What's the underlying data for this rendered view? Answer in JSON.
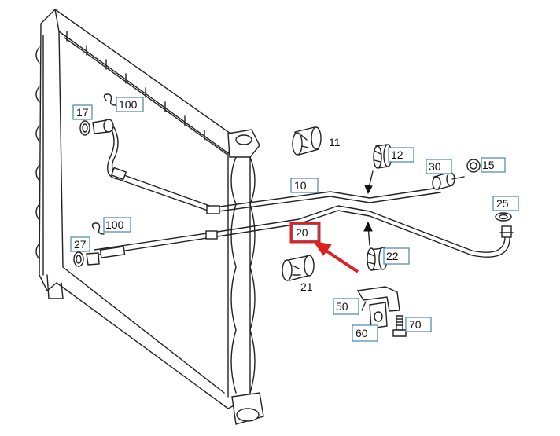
{
  "colors": {
    "highlight": "#e02020",
    "label_border": "#4a86a8",
    "line": "#222222"
  },
  "labels": {
    "l17": "17",
    "l100a": "100",
    "l11": "11",
    "l12": "12",
    "l30": "30",
    "l15": "15",
    "l10": "10",
    "l25": "25",
    "l100b": "100",
    "l27": "27",
    "l20": "20",
    "l22": "22",
    "l21": "21",
    "l50": "50",
    "l60": "60",
    "l70": "70"
  },
  "highlighted_part": "20"
}
